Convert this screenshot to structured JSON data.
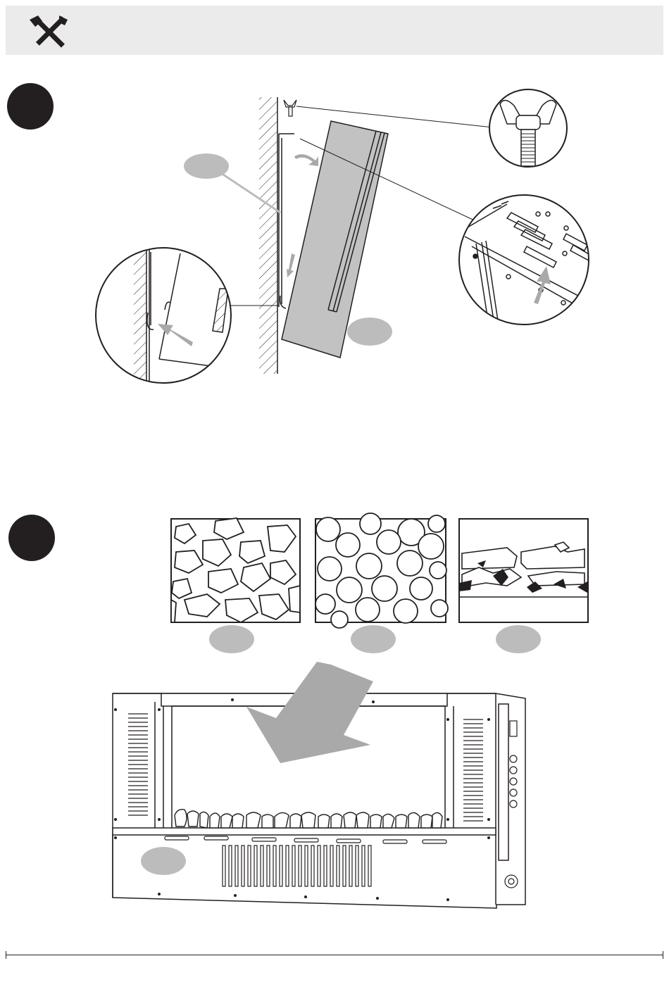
{
  "header": {
    "icon": "tools-icon"
  },
  "steps": [
    {
      "badge_color": "#231f20"
    },
    {
      "badge_color": "#231f20"
    }
  ],
  "fuel_options": [
    {
      "name": "pebble-stones-option",
      "icon": "stones-icon"
    },
    {
      "name": "crystal-pebbles-option",
      "icon": "round-pebbles-icon"
    },
    {
      "name": "log-set-option",
      "icon": "logs-icon"
    }
  ],
  "colors": {
    "ink": "#231f20",
    "callout_grey": "#bcbcbc",
    "panel_grey": "#c2c2c2",
    "arrow_grey": "#a9a9a9",
    "header_bg": "#ebebeb"
  }
}
